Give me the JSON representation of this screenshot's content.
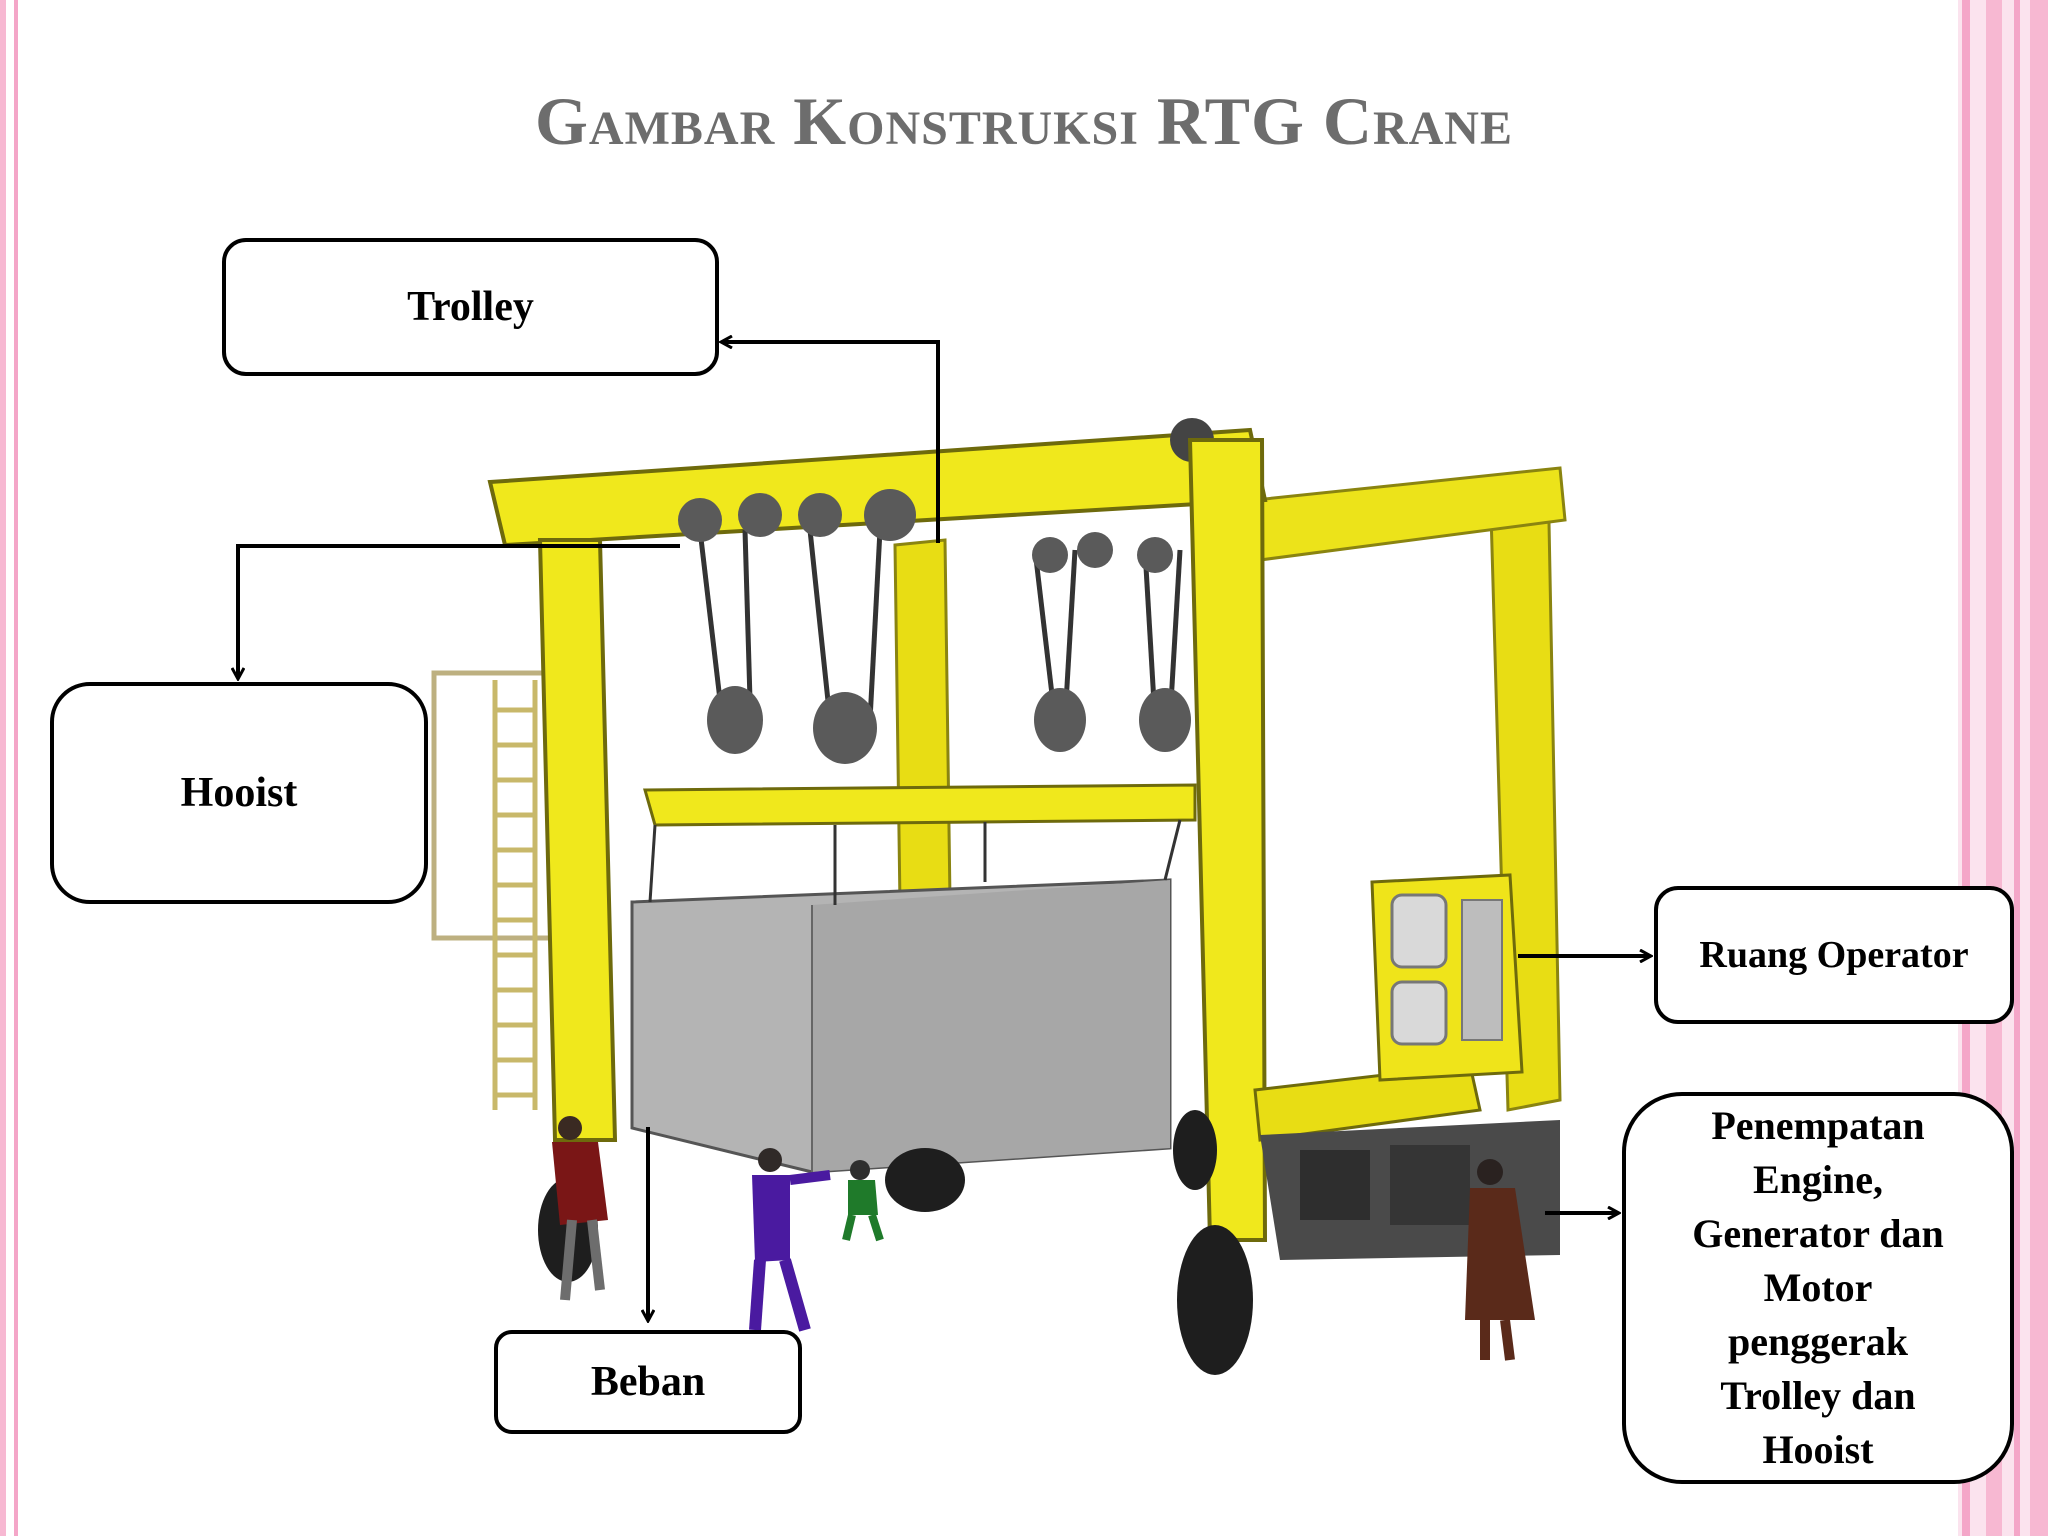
{
  "title": "Gambar Konstruksi RTG Crane",
  "labels": {
    "trolley": "Trolley",
    "hooist": "Hooist",
    "beban": "Beban",
    "ruang_operator": "Ruang Operator",
    "engine": "Penempatan\nEngine,\nGenerator dan\nMotor\npenggerak\nTrolley dan\nHooist"
  },
  "colors": {
    "crane_yellow": "#f0e81c",
    "container_gray": "#b4b4b4",
    "stripe_pink": "#f4a6c8",
    "title_gray": "#6d6d6d"
  }
}
